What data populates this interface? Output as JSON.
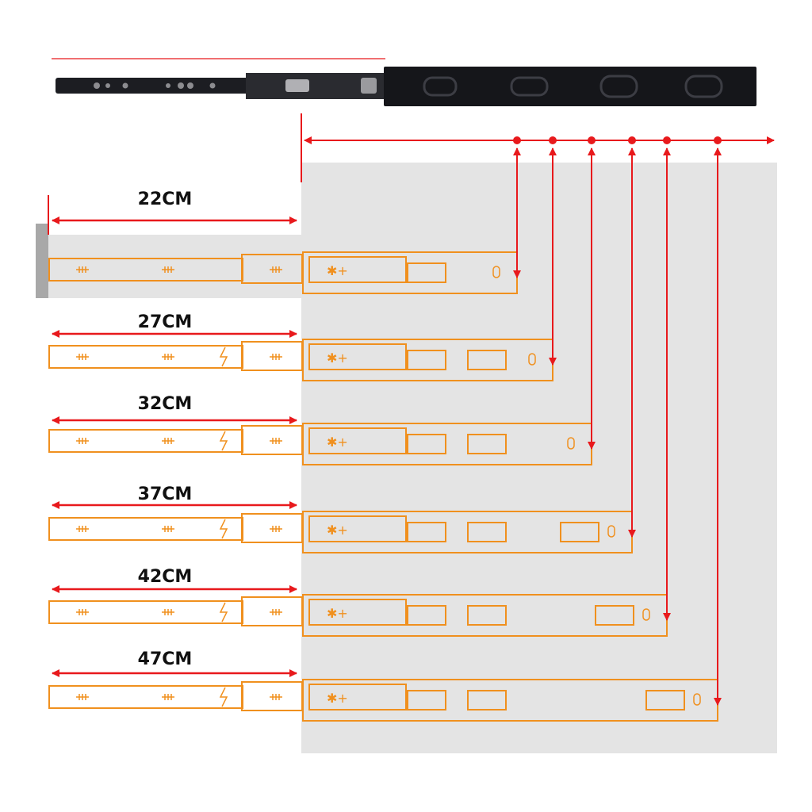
{
  "rows": [
    {
      "label": "22CM",
      "length_cm": 22
    },
    {
      "label": "27CM",
      "length_cm": 27
    },
    {
      "label": "32CM",
      "length_cm": 32
    },
    {
      "label": "37CM",
      "length_cm": 37
    },
    {
      "label": "42CM",
      "length_cm": 42
    },
    {
      "label": "47CM",
      "length_cm": 47
    }
  ],
  "colors": {
    "rail_outline": "#f0901e",
    "arrow": "#e8191c",
    "background_panel": "#e4e4e4",
    "photo_rail": "#15161a"
  }
}
